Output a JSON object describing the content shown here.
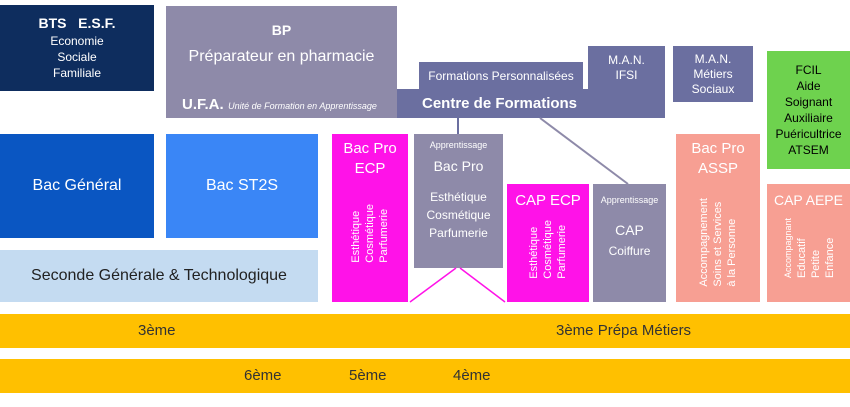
{
  "bts": {
    "title": "BTS   E.S.F.",
    "lines": [
      "Economie",
      "Sociale",
      "Familiale"
    ]
  },
  "bp": {
    "title": "BP",
    "subtitle": "Préparateur en pharmacie",
    "ufa": "U.F.A.",
    "ufa_detail": "Unité de Formation en Apprentissage"
  },
  "formations_perso": "Formations Personnalisées",
  "centre": "Centre de Formations",
  "man_ifsi": {
    "line1": "M.A.N.",
    "line2": "IFSI"
  },
  "man_metiers": {
    "line1": "M.A.N.",
    "line2": "Métiers",
    "line3": "Sociaux"
  },
  "fcil": [
    "FCIL",
    "Aide",
    "Soignant",
    "Auxiliaire",
    "Puéricultrice",
    "ATSEM"
  ],
  "bac_general": "Bac Général",
  "bac_st2s": "Bac ST2S",
  "seconde": "Seconde Générale & Technologique",
  "bac_pro_ecp": {
    "title": [
      "Bac Pro",
      "ECP"
    ],
    "vertical": [
      "Esthétique",
      "Cosmétique",
      "Parfumerie"
    ]
  },
  "bac_pro_appr": {
    "tag": "Apprentissage",
    "title": "Bac Pro",
    "lines": [
      "Esthétique",
      "Cosmétique",
      "Parfumerie"
    ]
  },
  "cap_ecp": {
    "title": "CAP ECP",
    "vertical": [
      "Esthétique",
      "Cosmétique",
      "Parfumerie"
    ]
  },
  "cap_coiffure": {
    "tag": "Apprentissage",
    "title": "CAP",
    "line": "Coiffure"
  },
  "bac_pro_assp": {
    "title": [
      "Bac Pro",
      "ASSP"
    ],
    "vertical": [
      "Accompagnement",
      "Soins et Services",
      "à la Personne"
    ]
  },
  "cap_aepe": {
    "title": "CAP AEPE",
    "vertical": [
      "Accompagnant",
      "Educatif",
      "Petite",
      "Enfance"
    ]
  },
  "levels": {
    "troisieme": "3ème",
    "prepa": "3ème Prépa Métiers",
    "sixieme": "6ème",
    "cinquieme": "5ème",
    "quatrieme": "4ème"
  },
  "colors": {
    "navy": "#0e2d5e",
    "royal_blue": "#0a56c2",
    "mid_blue": "#3a86f6",
    "light_blue": "#c4dbf1",
    "slate": "#6b6fa0",
    "grey_purple": "#8e8aa9",
    "magenta": "#ff12e8",
    "salmon": "#f79f93",
    "green": "#6ed24e",
    "yellow": "#ffc000"
  }
}
